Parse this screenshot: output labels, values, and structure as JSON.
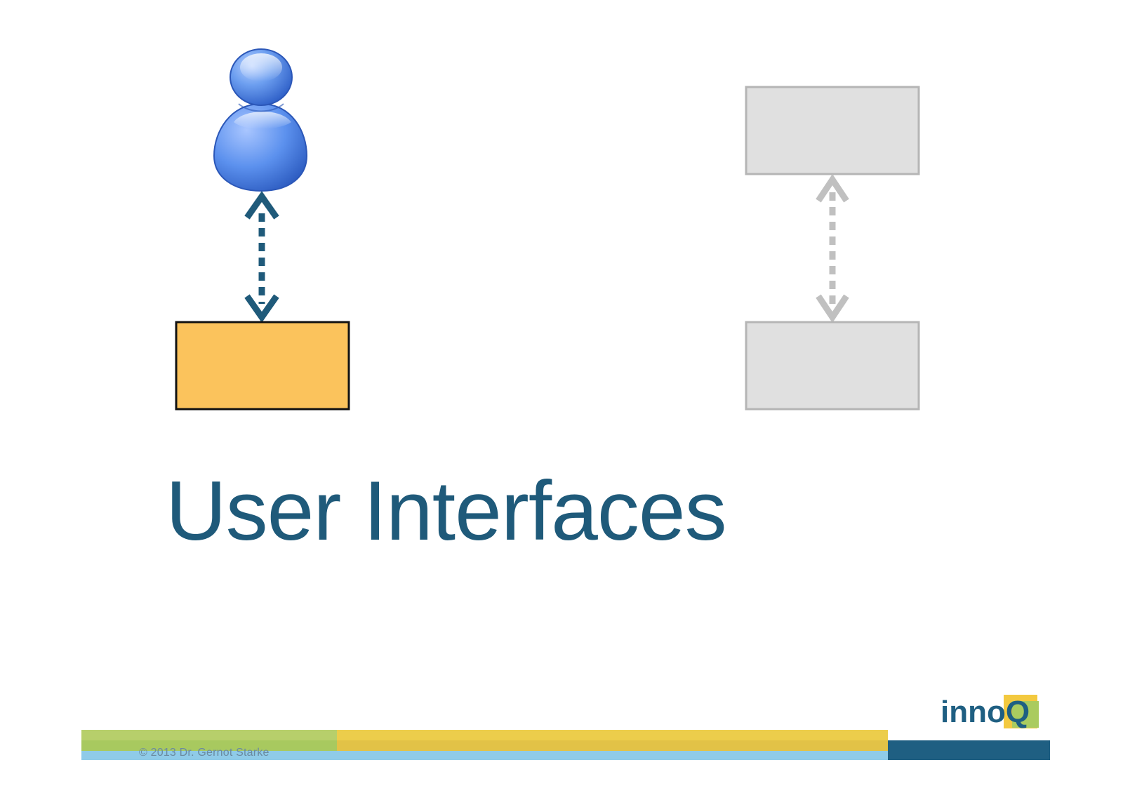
{
  "slide": {
    "title": "User Interfaces",
    "copyright": "© 2013 Dr. Gernot Starke"
  },
  "logo": {
    "text_main": "inno",
    "text_accent": "Q"
  },
  "colors": {
    "title": "#1f5a7a",
    "user_icon": "#4b82e6",
    "highlight_box": "#fbc35c",
    "muted_box": "#e0e0e0",
    "muted_border": "#b5b5b5",
    "arrow_active": "#1f5a7a",
    "arrow_muted": "#c0c0c0"
  },
  "diagram": {
    "left_pair": {
      "top_node": "user-icon",
      "bottom_node": "highlighted-component-box",
      "connector": "dotted-double-arrow"
    },
    "right_pair": {
      "top_node": "gray-component-box",
      "bottom_node": "gray-component-box",
      "connector": "dotted-double-arrow"
    }
  }
}
